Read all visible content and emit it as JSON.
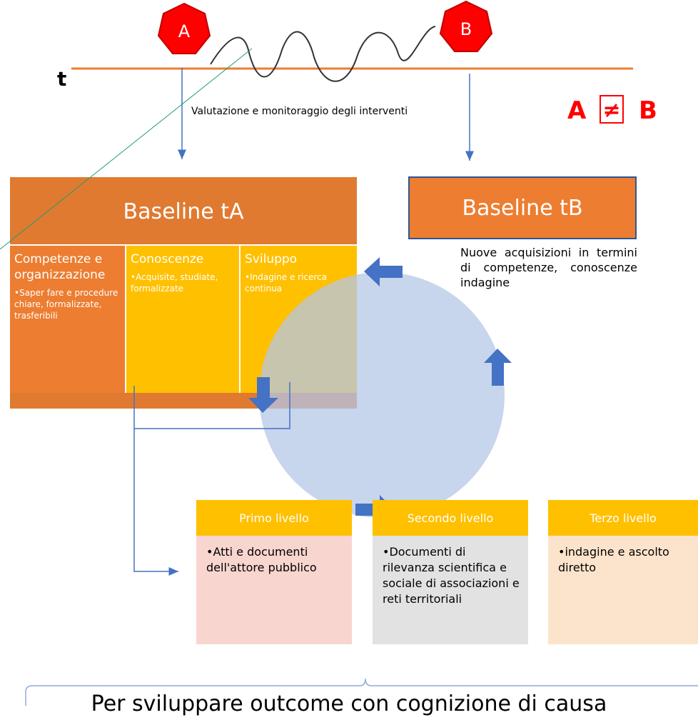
{
  "timeline": {
    "axis_label": "t",
    "point_a": "A",
    "point_b": "B",
    "caption": "Valutazione e monitoraggio degli interventi"
  },
  "relation": {
    "left": "A",
    "symbol": "≠",
    "right": "B"
  },
  "baseline_a": {
    "title": "Baseline tA",
    "columns": [
      {
        "heading": "Competenze e organizzazione",
        "bullet": "•Saper fare e procedure chiare, formalizzate, trasferibili"
      },
      {
        "heading": "Conoscenze",
        "bullet": "•Acquisite, studiate, formalizzate"
      },
      {
        "heading": "Sviluppo",
        "bullet": "•Indagine e ricerca continua"
      }
    ]
  },
  "baseline_b": {
    "title": "Baseline tB",
    "description": "Nuove acquisizioni in termini di competenze, conoscenze indagine"
  },
  "levels": [
    {
      "title": "Primo livello",
      "body": "•Atti e documenti dell'attore pubblico"
    },
    {
      "title": "Secondo livello",
      "body": "•Documenti di rilevanza scientifica e sociale di associazioni e reti territoriali"
    },
    {
      "title": "Terzo livello",
      "body": "•indagine e ascolto diretto"
    }
  ],
  "footer": "Per sviluppare outcome con cognizione di causa",
  "colors": {
    "orange_dark": "#E07A31",
    "orange": "#ED7D31",
    "gold": "#FFC000",
    "blue_arrow": "#4472C4",
    "circle_fill": "#B4C7E7",
    "red": "#FF0000",
    "primo_bg": "#F8D5CF",
    "secondo_bg": "#E2E2E2",
    "terzo_bg": "#FCE4CC"
  }
}
